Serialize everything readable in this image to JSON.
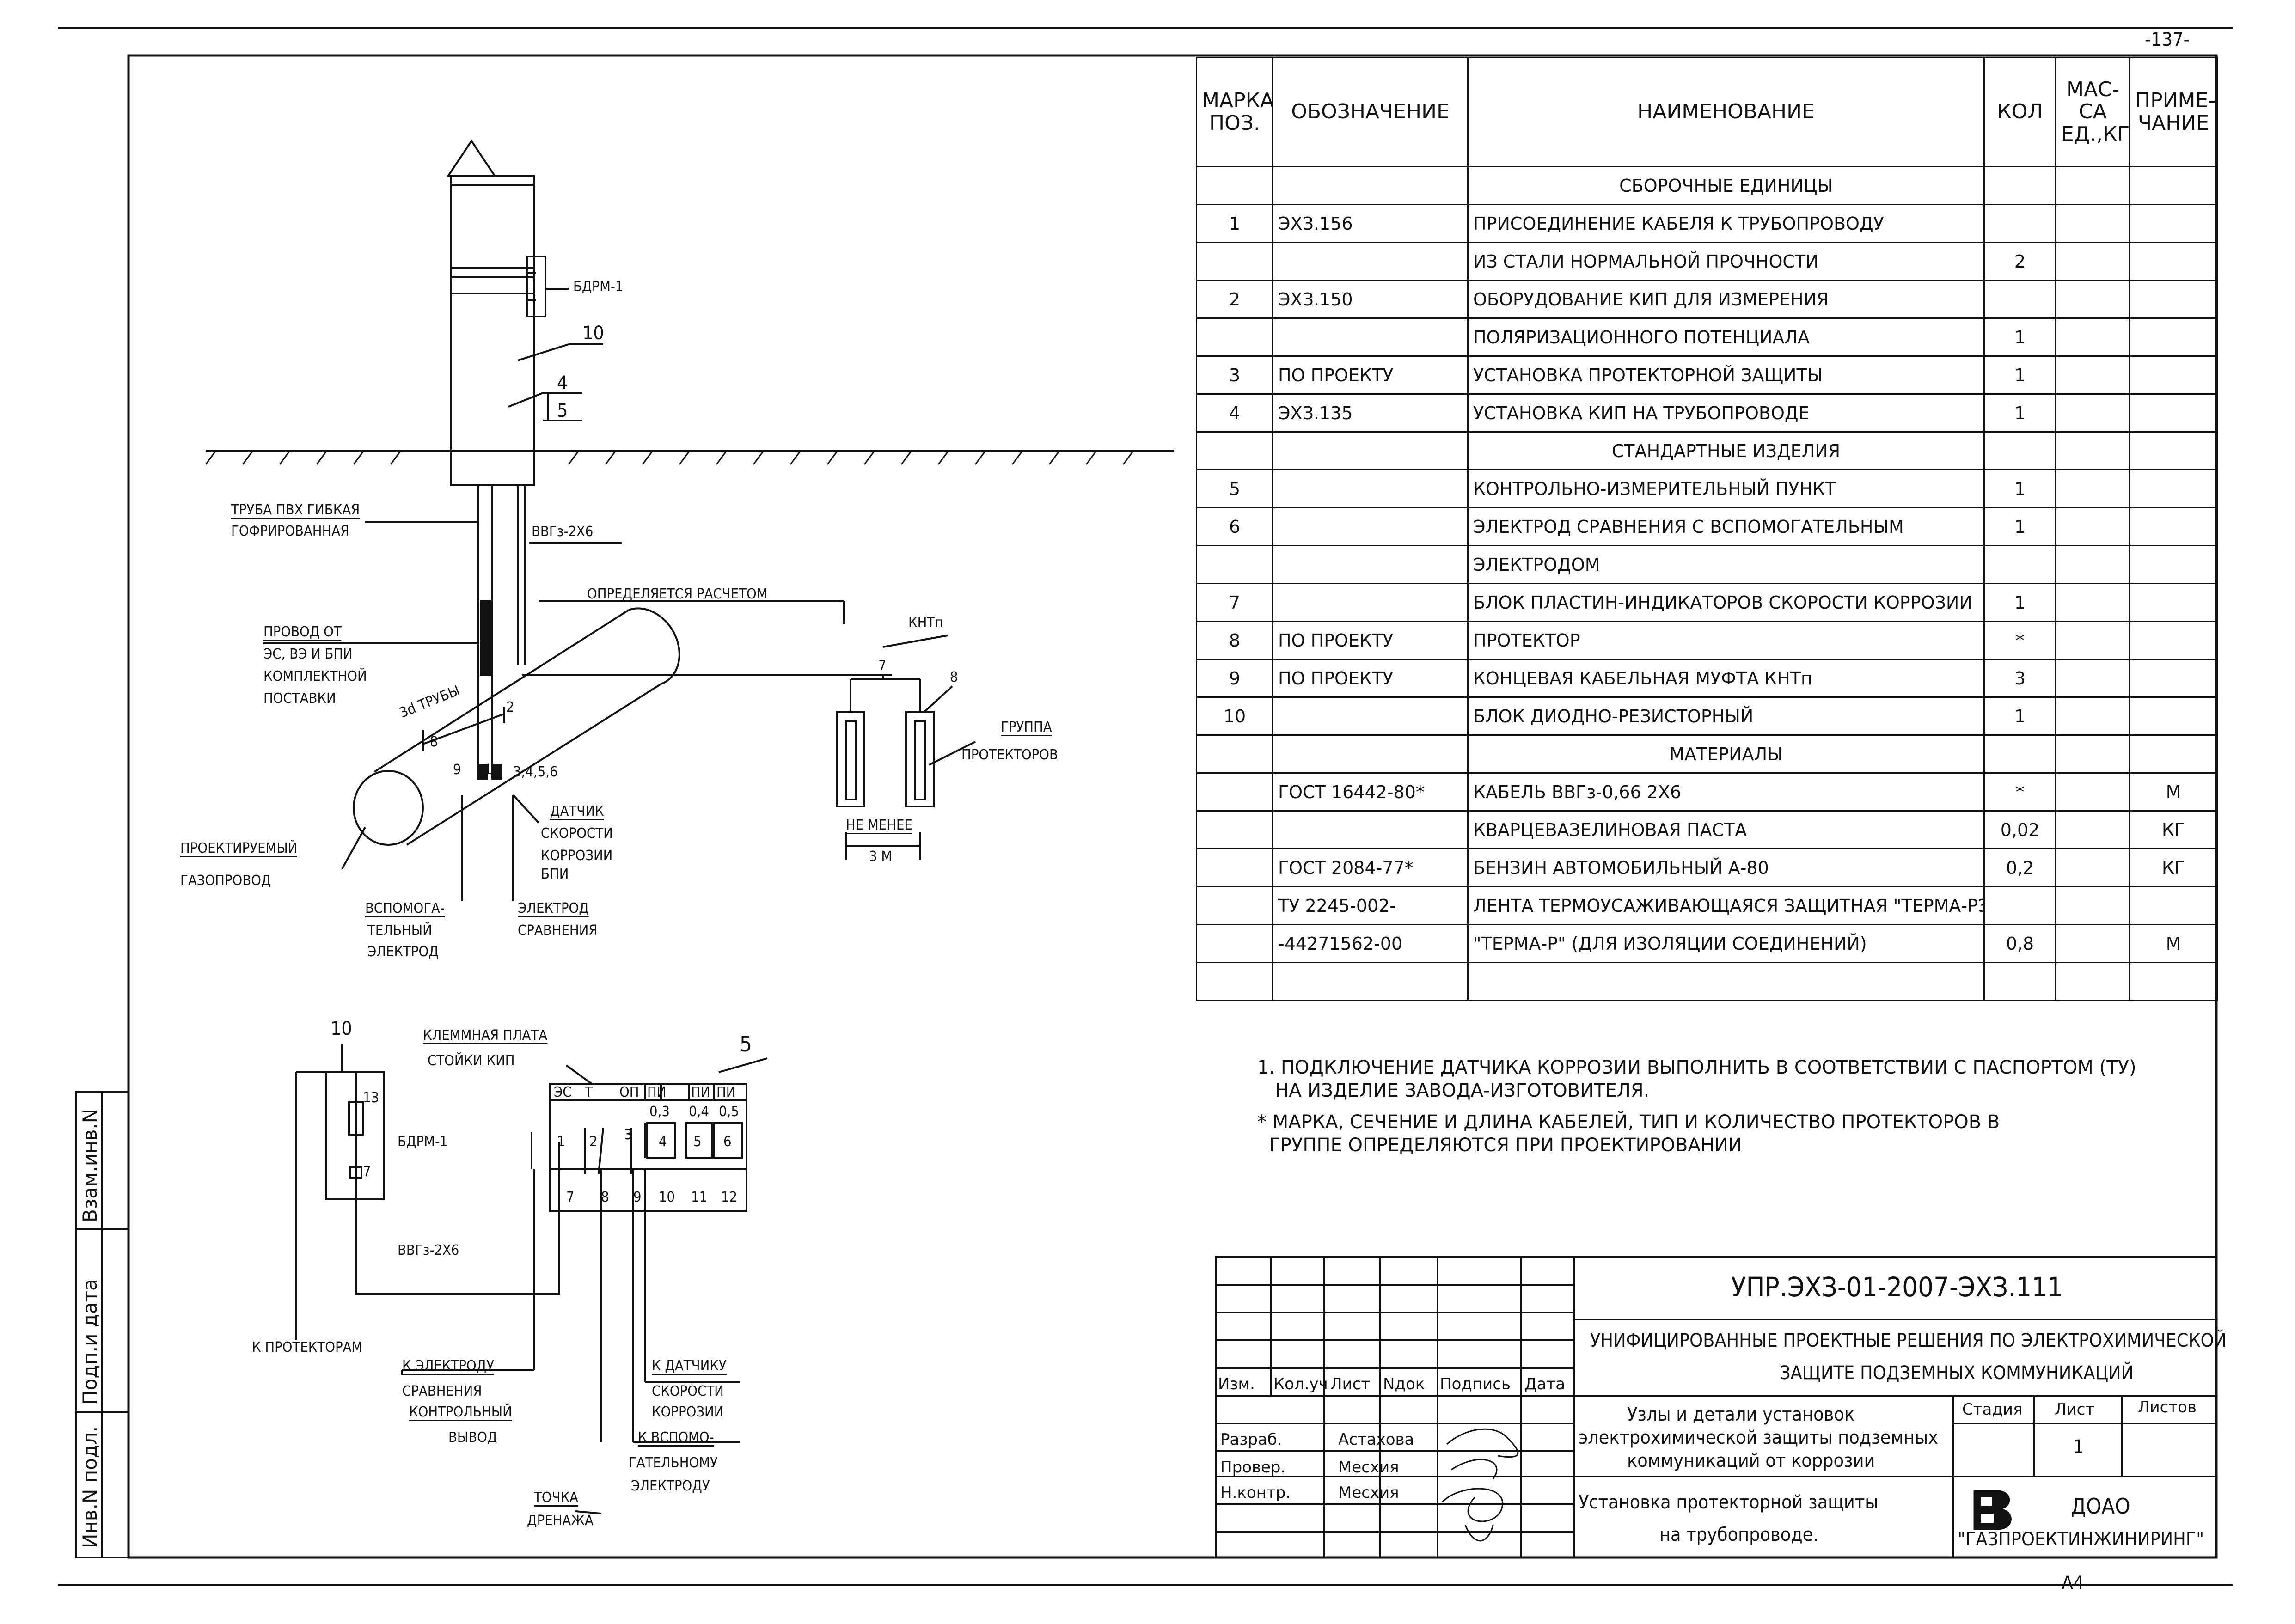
{
  "page_number": "-137-",
  "format": "А4",
  "side_stamp": {
    "cells": [
      "Инв.N подл.",
      "Подп.и дата",
      "Взам.инв.N"
    ]
  },
  "spec_table": {
    "headers": [
      "МАРКА ПОЗ.",
      "ОБОЗНАЧЕНИЕ",
      "НАИМЕНОВАНИЕ",
      "КОЛ",
      "МАС-СА ЕД.,КГ",
      "ПРИМЕ-ЧАНИЕ"
    ],
    "rows": [
      {
        "section": "СБОРОЧНЫЕ ЕДИНИЦЫ"
      },
      {
        "pos": "1",
        "code": "ЭХЗ.156",
        "name": "ПРИСОЕДИНЕНИЕ КАБЕЛЯ К ТРУБОПРОВОДУ",
        "qty": "",
        "mass": "",
        "note": ""
      },
      {
        "pos": "",
        "code": "",
        "name": "ИЗ СТАЛИ НОРМАЛЬНОЙ ПРОЧНОСТИ",
        "qty": "2",
        "mass": "",
        "note": ""
      },
      {
        "pos": "2",
        "code": "ЭХЗ.150",
        "name": "ОБОРУДОВАНИЕ КИП ДЛЯ ИЗМЕРЕНИЯ",
        "qty": "",
        "mass": "",
        "note": ""
      },
      {
        "pos": "",
        "code": "",
        "name": "ПОЛЯРИЗАЦИОННОГО ПОТЕНЦИАЛА",
        "qty": "1",
        "mass": "",
        "note": ""
      },
      {
        "pos": "3",
        "code": "ПО ПРОЕКТУ",
        "name": "УСТАНОВКА ПРОТЕКТОРНОЙ ЗАЩИТЫ",
        "qty": "1",
        "mass": "",
        "note": ""
      },
      {
        "pos": "4",
        "code": "ЭХЗ.135",
        "name": "УСТАНОВКА КИП НА ТРУБОПРОВОДЕ",
        "qty": "1",
        "mass": "",
        "note": ""
      },
      {
        "section": "СТАНДАРТНЫЕ ИЗДЕЛИЯ"
      },
      {
        "pos": "5",
        "code": "",
        "name": "КОНТРОЛЬНО-ИЗМЕРИТЕЛЬНЫЙ ПУНКТ",
        "qty": "1",
        "mass": "",
        "note": ""
      },
      {
        "pos": "6",
        "code": "",
        "name": "ЭЛЕКТРОД СРАВНЕНИЯ С ВСПОМОГАТЕЛЬНЫМ",
        "qty": "1",
        "mass": "",
        "note": ""
      },
      {
        "pos": "",
        "code": "",
        "name": "ЭЛЕКТРОДОМ",
        "qty": "",
        "mass": "",
        "note": ""
      },
      {
        "pos": "7",
        "code": "",
        "name": "БЛОК ПЛАСТИН-ИНДИКАТОРОВ СКОРОСТИ КОРРОЗИИ",
        "qty": "1",
        "mass": "",
        "note": ""
      },
      {
        "pos": "8",
        "code": "ПО ПРОЕКТУ",
        "name": "ПРОТЕКТОР",
        "qty": "*",
        "mass": "",
        "note": ""
      },
      {
        "pos": "9",
        "code": "ПО ПРОЕКТУ",
        "name": "КОНЦЕВАЯ КАБЕЛЬНАЯ МУФТА КНТп",
        "qty": "3",
        "mass": "",
        "note": ""
      },
      {
        "pos": "10",
        "code": "",
        "name": "БЛОК ДИОДНО-РЕЗИСТОРНЫЙ",
        "qty": "1",
        "mass": "",
        "note": ""
      },
      {
        "section": "МАТЕРИАЛЫ"
      },
      {
        "pos": "",
        "code": "ГОСТ 16442-80*",
        "name": "КАБЕЛЬ ВВГз-0,66 2Х6",
        "qty": "*",
        "mass": "",
        "note": "М"
      },
      {
        "pos": "",
        "code": "",
        "name": "КВАРЦЕВАЗЕЛИНОВАЯ ПАСТА",
        "qty": "0,02",
        "mass": "",
        "note": "КГ"
      },
      {
        "pos": "",
        "code": "ГОСТ 2084-77*",
        "name": "БЕНЗИН АВТОМОБИЛЬНЫЙ А-80",
        "qty": "0,2",
        "mass": "",
        "note": "КГ"
      },
      {
        "pos": "",
        "code": "ТУ 2245-002-",
        "name": "ЛЕНТА ТЕРМОУСАЖИВАЮЩАЯСЯ ЗАЩИТНАЯ \"ТЕРМА-РЗ\",",
        "qty": "",
        "mass": "",
        "note": ""
      },
      {
        "pos": "",
        "code": "-44271562-00",
        "name": "\"ТЕРМА-Р\" (ДЛЯ ИЗОЛЯЦИИ СОЕДИНЕНИЙ)",
        "qty": "0,8",
        "mass": "",
        "note": "М"
      },
      {
        "pos": "",
        "code": "",
        "name": "",
        "qty": "",
        "mass": "",
        "note": ""
      }
    ]
  },
  "notes": [
    "1. ПОДКЛЮЧЕНИЕ ДАТЧИКА КОРРОЗИИ ВЫПОЛНИТЬ В СООТВЕТСТВИИ С ПАСПОРТОМ (ТУ)\n   НА ИЗДЕЛИЕ ЗАВОДА-ИЗГОТОВИТЕЛЯ.",
    "* МАРКА, СЕЧЕНИЕ И ДЛИНА КАБЕЛЕЙ, ТИП И КОЛИЧЕСТВО ПРОТЕКТОРОВ В\n  ГРУППЕ ОПРЕДЕЛЯЮТСЯ ПРИ ПРОЕКТИРОВАНИИ"
  ],
  "drawing1": {
    "bdrm": "БДРМ-1",
    "item10": "10",
    "item4": "4",
    "item5": "5",
    "pvc_pipe_1": "ТРУБА ПВХ ГИБКАЯ",
    "pvc_pipe_2": "ГОФРИРОВАННАЯ",
    "cable": "ВВГз-2Х6",
    "calc": "ОПРЕДЕЛЯЕТСЯ РАСЧЕТОМ",
    "wire_1": "ПРОВОД ОТ",
    "wire_2": "ЭС, ВЭ И БПИ",
    "wire_3": "КОМПЛЕКТНОЙ",
    "wire_4": "ПОСТАВКИ",
    "three_d": "3d ТРУБЫ",
    "n8": "8",
    "n2": "2",
    "n9": "9",
    "n1": "1",
    "n3456": "3,4,5,6",
    "sensor_1": "ДАТЧИК",
    "sensor_2": "СКОРОСТИ",
    "sensor_3": "КОРРОЗИИ",
    "sensor_4": "БПИ",
    "aux_1": "ВСПОМОГА-",
    "aux_2": "ТЕЛЬНЫЙ",
    "aux_3": "ЭЛЕКТРОД",
    "ref_1": "ЭЛЕКТРОД",
    "ref_2": "СРАВНЕНИЯ",
    "pipeline_1": "ПРОЕКТИРУЕМЫЙ",
    "pipeline_2": "ГАЗОПРОВОД",
    "kntp": "КНТп",
    "n7": "7",
    "n8b": "8",
    "group_1": "ГРУППА",
    "group_2": "ПРОТЕКТОРОВ",
    "min_1": "НЕ МЕНЕЕ",
    "min_2": "3 М"
  },
  "drawing2": {
    "item10": "10",
    "item5": "5",
    "plate_1": "КЛЕММНАЯ ПЛАТА",
    "plate_2": "СТОЙКИ КИП",
    "t_es": "ЭС",
    "t_t": "Т",
    "t_op": "ОП",
    "t_pi1": "ПИ",
    "t_pi2": "ПИ",
    "t_pi3": "ПИ",
    "v1": "0,3",
    "v2": "0,4",
    "v3": "0,5",
    "k13": "13",
    "k7": "7",
    "bdrm": "БДРМ-1",
    "cable": "ВВГз-2Х6",
    "to_prot": "К ПРОТЕКТОРАМ",
    "top_nums": [
      "1",
      "2",
      "3",
      "4",
      "5",
      "6"
    ],
    "bottom_nums": [
      "7",
      "8",
      "9",
      "10",
      "11",
      "12"
    ],
    "to_ref_1": "К ЭЛЕКТРОДУ",
    "to_ref_2": "СРАВНЕНИЯ",
    "to_ref_3": "КОНТРОЛЬНЫЙ",
    "to_ref_4": "ВЫВОД",
    "drain_1": "ТОЧКА",
    "drain_2": "ДРЕНАЖА",
    "to_sensor_1": "К ДАТЧИКУ",
    "to_sensor_2": "СКОРОСТИ",
    "to_sensor_3": "КОРРОЗИИ",
    "to_aux_1": "К ВСПОМО-",
    "to_aux_2": "ГАТЕЛЬНОМУ",
    "to_aux_3": "ЭЛЕКТРОДУ"
  },
  "title_block": {
    "doc_code": "УПР.ЭХЗ-01-2007-ЭХЗ.111",
    "project_1": "УНИФИЦИРОВАННЫЕ ПРОЕКТНЫЕ РЕШЕНИЯ ПО ЭЛЕКТРОХИМИЧЕСКОЙ",
    "project_2": "ЗАЩИТЕ ПОДЗЕМНЫХ КОММУНИКАЦИЙ",
    "col_izm": "Изм.",
    "col_kol": "Кол.уч",
    "col_list": "Лист",
    "col_ndok": "Nдок",
    "col_sign": "Подпись",
    "col_date": "Дата",
    "row1_role": "Разраб.",
    "row1_name": "Астахова",
    "row2_role": "Провер.",
    "row2_name": "Месхия",
    "row3_role": "Н.контр.",
    "row3_name": "Месхия",
    "section_1": "Узлы и детали установок",
    "section_2": "электрохимической защиты подземных",
    "section_3": "коммуникаций от коррозии",
    "sheet_title_1": "Установка протекторной защиты",
    "sheet_title_2": "на трубопроводе.",
    "stage_hdr": "Стадия",
    "sheet_hdr": "Лист",
    "sheets_hdr": "Листов",
    "sheet_no": "1",
    "org_1": "ДОАО",
    "org_2": "\"ГАЗПРОЕКТИНЖИНИРИНГ\""
  }
}
